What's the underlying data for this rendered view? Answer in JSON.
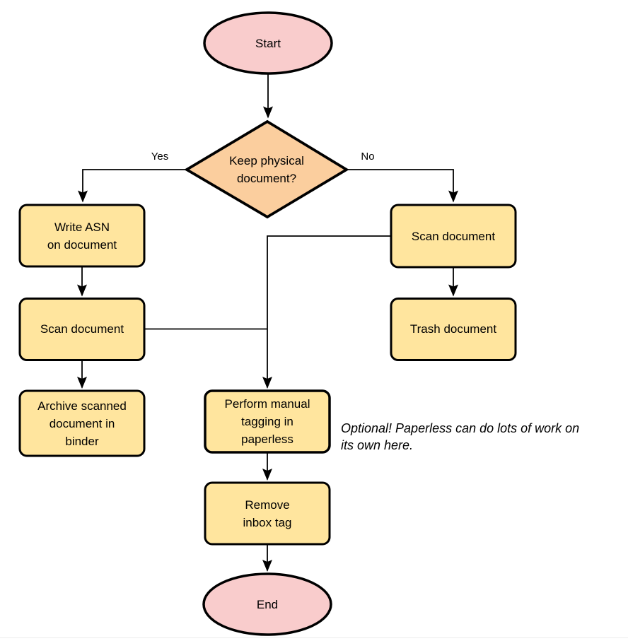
{
  "diagram": {
    "nodes": {
      "start": {
        "label": "Start"
      },
      "decision": {
        "label": "Keep physical\ndocument?"
      },
      "write_asn": {
        "label": "Write ASN\non document"
      },
      "scan_left": {
        "label": "Scan document"
      },
      "archive": {
        "label": "Archive scanned\ndocument in\nbinder"
      },
      "scan_right": {
        "label": "Scan document"
      },
      "trash": {
        "label": "Trash document"
      },
      "tagging": {
        "label": "Perform manual\ntagging in\npaperless"
      },
      "remove_inbox": {
        "label": "Remove\ninbox tag"
      },
      "end": {
        "label": "End"
      }
    },
    "edge_labels": {
      "yes": "Yes",
      "no": "No"
    },
    "annotation": "Optional! Paperless can do lots of work on\nits own here.",
    "colors": {
      "terminal_fill": "#F9CCCC",
      "decision_fill": "#FBCE9E",
      "process_fill": "#FFE59E",
      "stroke": "#000000",
      "edge": "#000000"
    }
  }
}
